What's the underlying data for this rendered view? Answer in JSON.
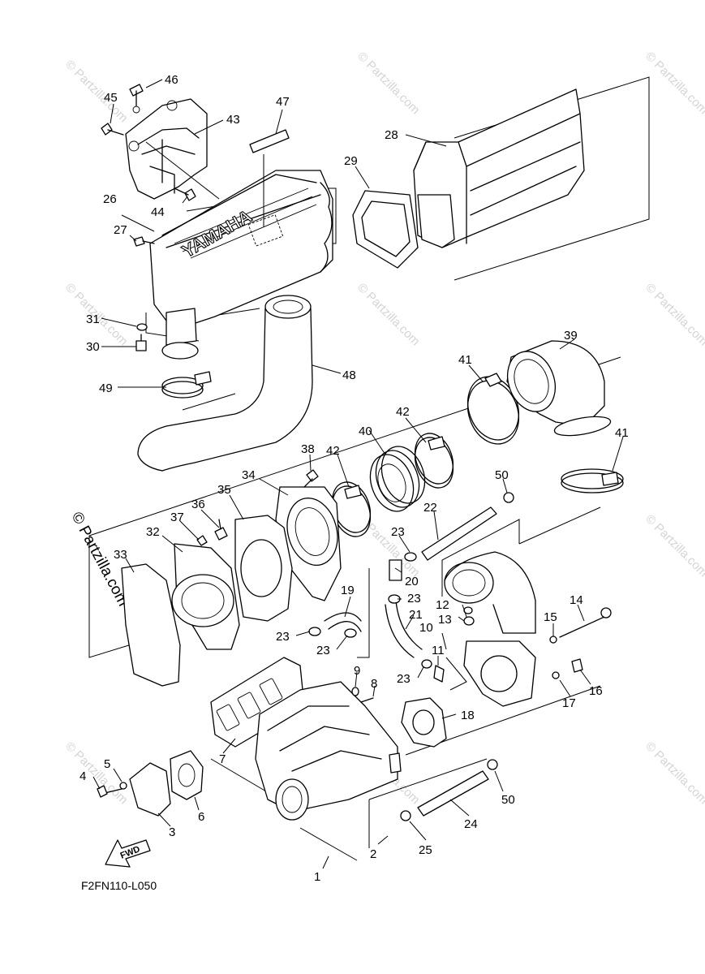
{
  "diagram": {
    "code": "F2FN110-L050",
    "brand_label": "YAMAHA",
    "fwd_label": "FWD",
    "watermark": "© Partzilla.com",
    "side_watermark": "© Partzilla.com",
    "parts": [
      {
        "id": "1"
      },
      {
        "id": "2"
      },
      {
        "id": "3"
      },
      {
        "id": "4"
      },
      {
        "id": "5"
      },
      {
        "id": "6"
      },
      {
        "id": "7"
      },
      {
        "id": "8"
      },
      {
        "id": "9"
      },
      {
        "id": "10"
      },
      {
        "id": "11"
      },
      {
        "id": "12"
      },
      {
        "id": "13"
      },
      {
        "id": "14"
      },
      {
        "id": "15"
      },
      {
        "id": "16"
      },
      {
        "id": "17"
      },
      {
        "id": "18"
      },
      {
        "id": "19"
      },
      {
        "id": "20"
      },
      {
        "id": "21"
      },
      {
        "id": "22"
      },
      {
        "id": "23"
      },
      {
        "id": "24"
      },
      {
        "id": "25"
      },
      {
        "id": "26"
      },
      {
        "id": "27"
      },
      {
        "id": "28"
      },
      {
        "id": "29"
      },
      {
        "id": "30"
      },
      {
        "id": "31"
      },
      {
        "id": "32"
      },
      {
        "id": "33"
      },
      {
        "id": "34"
      },
      {
        "id": "35"
      },
      {
        "id": "36"
      },
      {
        "id": "37"
      },
      {
        "id": "38"
      },
      {
        "id": "39"
      },
      {
        "id": "40"
      },
      {
        "id": "41"
      },
      {
        "id": "42"
      },
      {
        "id": "43"
      },
      {
        "id": "44"
      },
      {
        "id": "45"
      },
      {
        "id": "46"
      },
      {
        "id": "47"
      },
      {
        "id": "48"
      },
      {
        "id": "49"
      },
      {
        "id": "50"
      }
    ]
  }
}
